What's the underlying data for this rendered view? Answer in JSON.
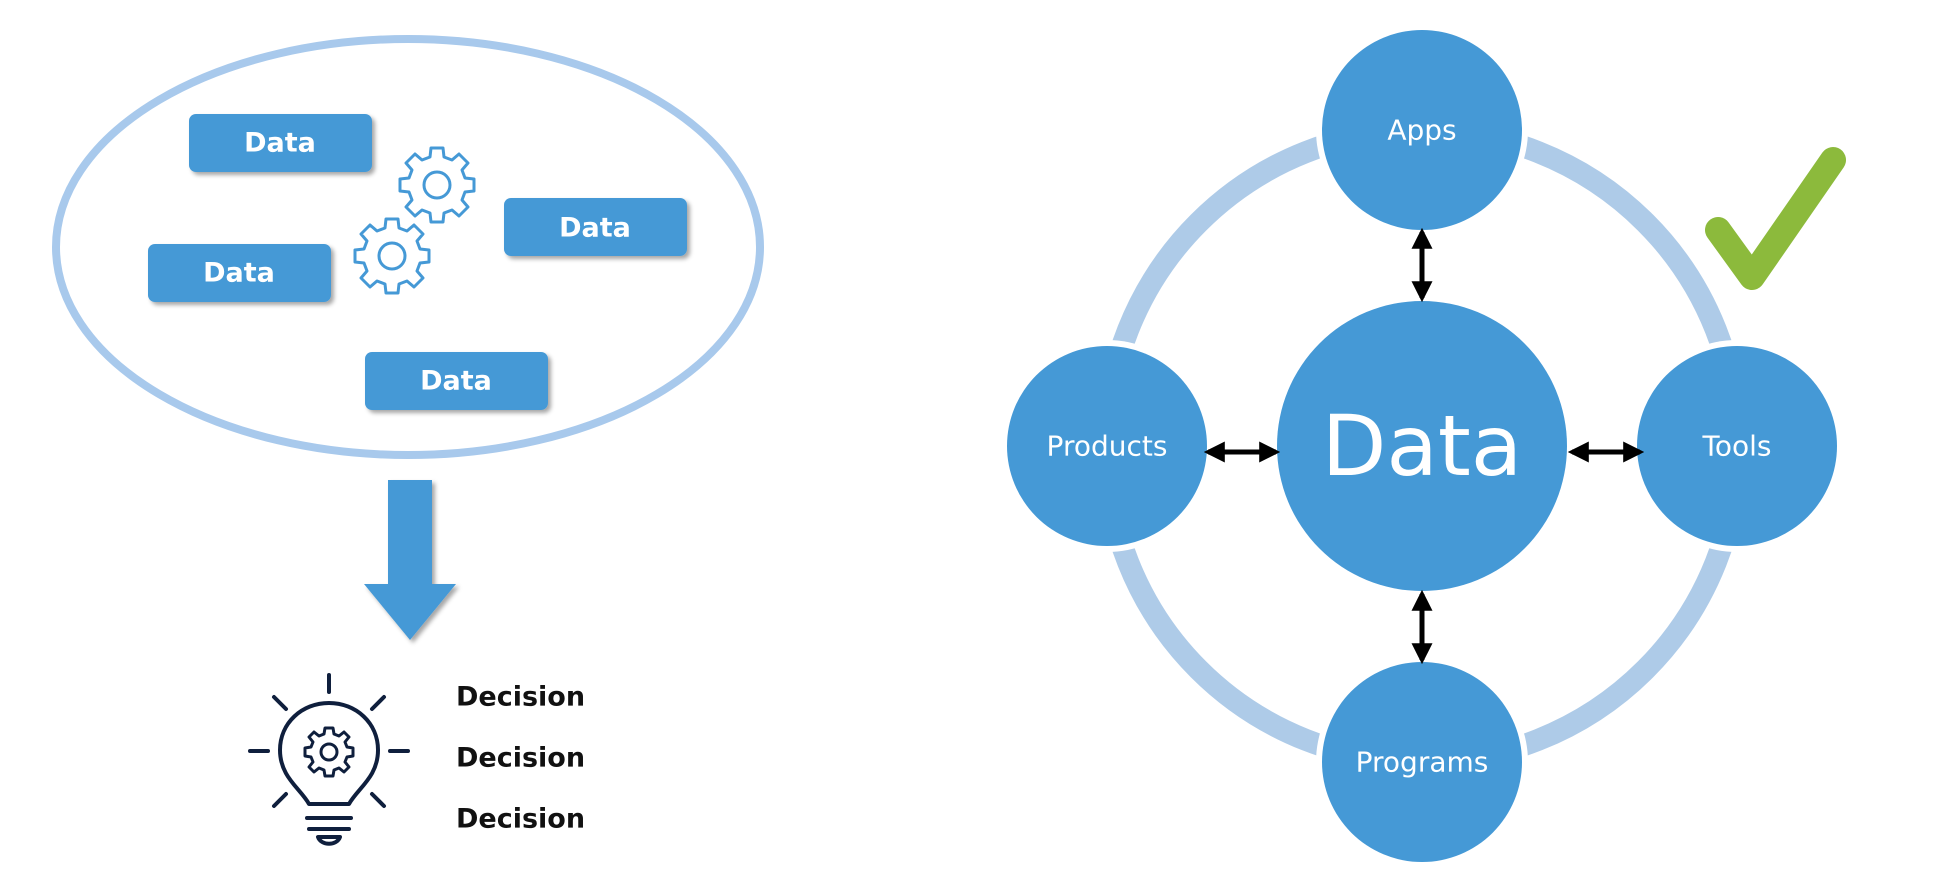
{
  "colors": {
    "primary": "#4599d6",
    "ring": "#aecbe8",
    "outline": "#a8c9ec",
    "arrow": "#000000",
    "icon": "#0f1f3d",
    "check": "#8cba3c"
  },
  "left_panel": {
    "data_boxes": [
      "Data",
      "Data",
      "Data",
      "Data"
    ],
    "icons": [
      "gear-icon",
      "gear-icon",
      "lightbulb-gear-icon",
      "down-arrow-icon"
    ],
    "decisions": [
      "Decision",
      "Decision",
      "Decision"
    ]
  },
  "right_panel": {
    "center_label": "Data",
    "nodes": {
      "top": "Apps",
      "left": "Products",
      "right": "Tools",
      "bottom": "Programs"
    },
    "icons": [
      "checkmark-icon",
      "double-arrow-icon"
    ]
  }
}
